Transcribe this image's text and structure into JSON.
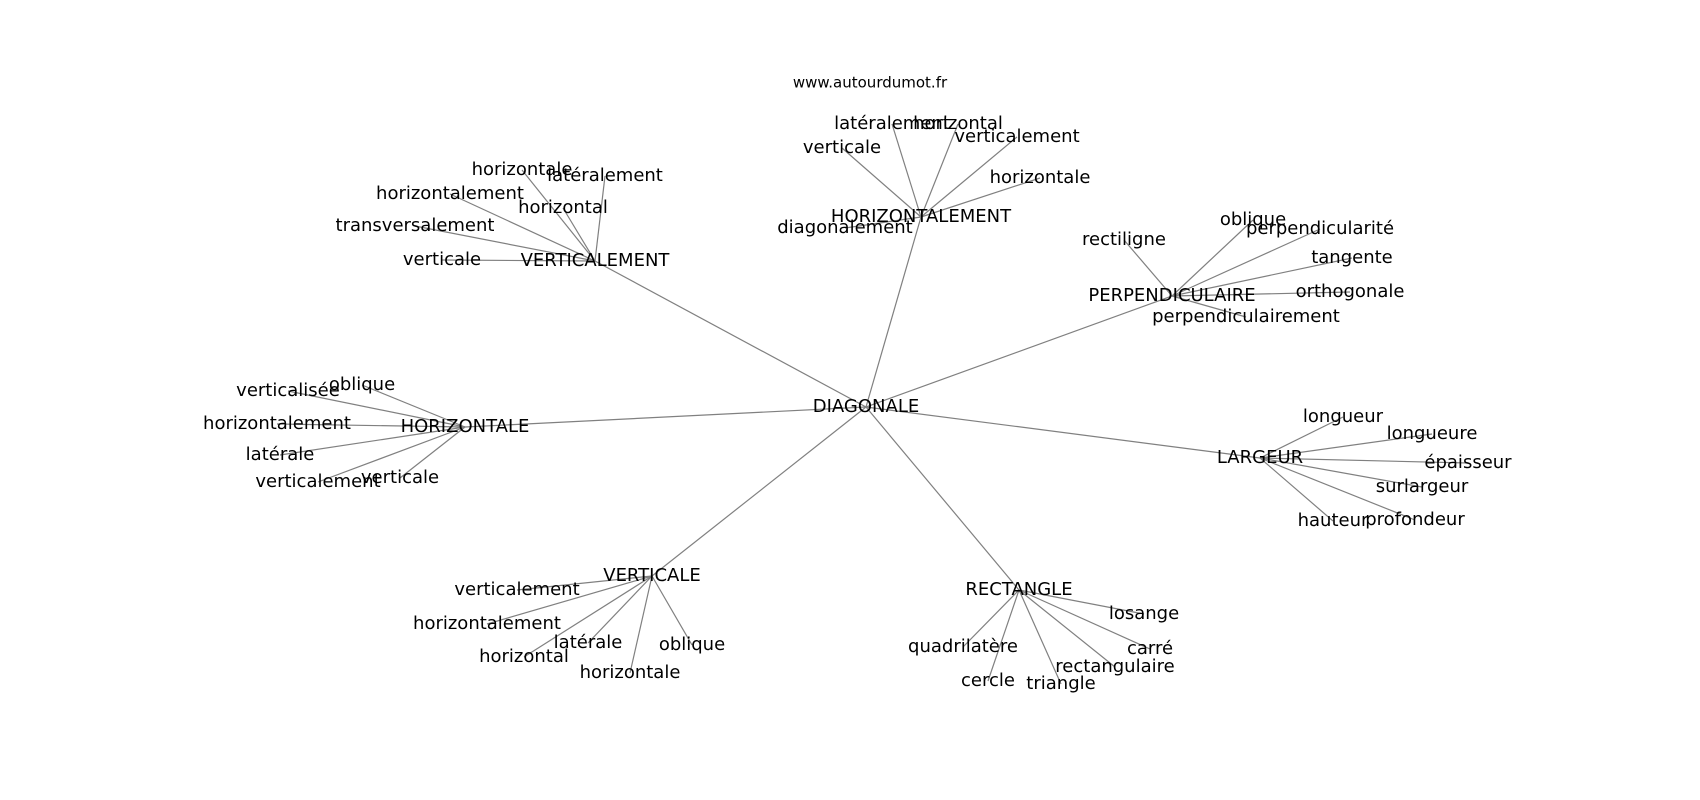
{
  "source": "www.autourdumot.fr",
  "colors": {
    "edge": "#808080",
    "text": "#000000",
    "background": "#ffffff"
  },
  "graph": {
    "center": "DIAGONALE",
    "clusters": [
      {
        "hub": "VERTICALEMENT",
        "leaves": [
          "horizontale",
          "latéralement",
          "horizontalement",
          "horizontal",
          "transversalement",
          "verticale"
        ]
      },
      {
        "hub": "HORIZONTALEMENT",
        "leaves": [
          "latéralement",
          "horizontal",
          "verticalement",
          "verticale",
          "horizontale",
          "diagonalement"
        ]
      },
      {
        "hub": "PERPENDICULAIRE",
        "leaves": [
          "rectiligne",
          "oblique",
          "perpendicularité",
          "tangente",
          "orthogonale",
          "perpendiculairement"
        ]
      },
      {
        "hub": "HORIZONTALE",
        "leaves": [
          "verticalisée",
          "oblique",
          "horizontalement",
          "latérale",
          "verticalement",
          "verticale"
        ]
      },
      {
        "hub": "LARGEUR",
        "leaves": [
          "longueur",
          "longueure",
          "épaisseur",
          "surlargeur",
          "hauteur",
          "profondeur"
        ]
      },
      {
        "hub": "VERTICALE",
        "leaves": [
          "verticalement",
          "horizontalement",
          "latérale",
          "horizontal",
          "horizontale",
          "oblique"
        ]
      },
      {
        "hub": "RECTANGLE",
        "leaves": [
          "losange",
          "carré",
          "quadrilatère",
          "cercle",
          "triangle",
          "rectangulaire"
        ]
      }
    ]
  }
}
